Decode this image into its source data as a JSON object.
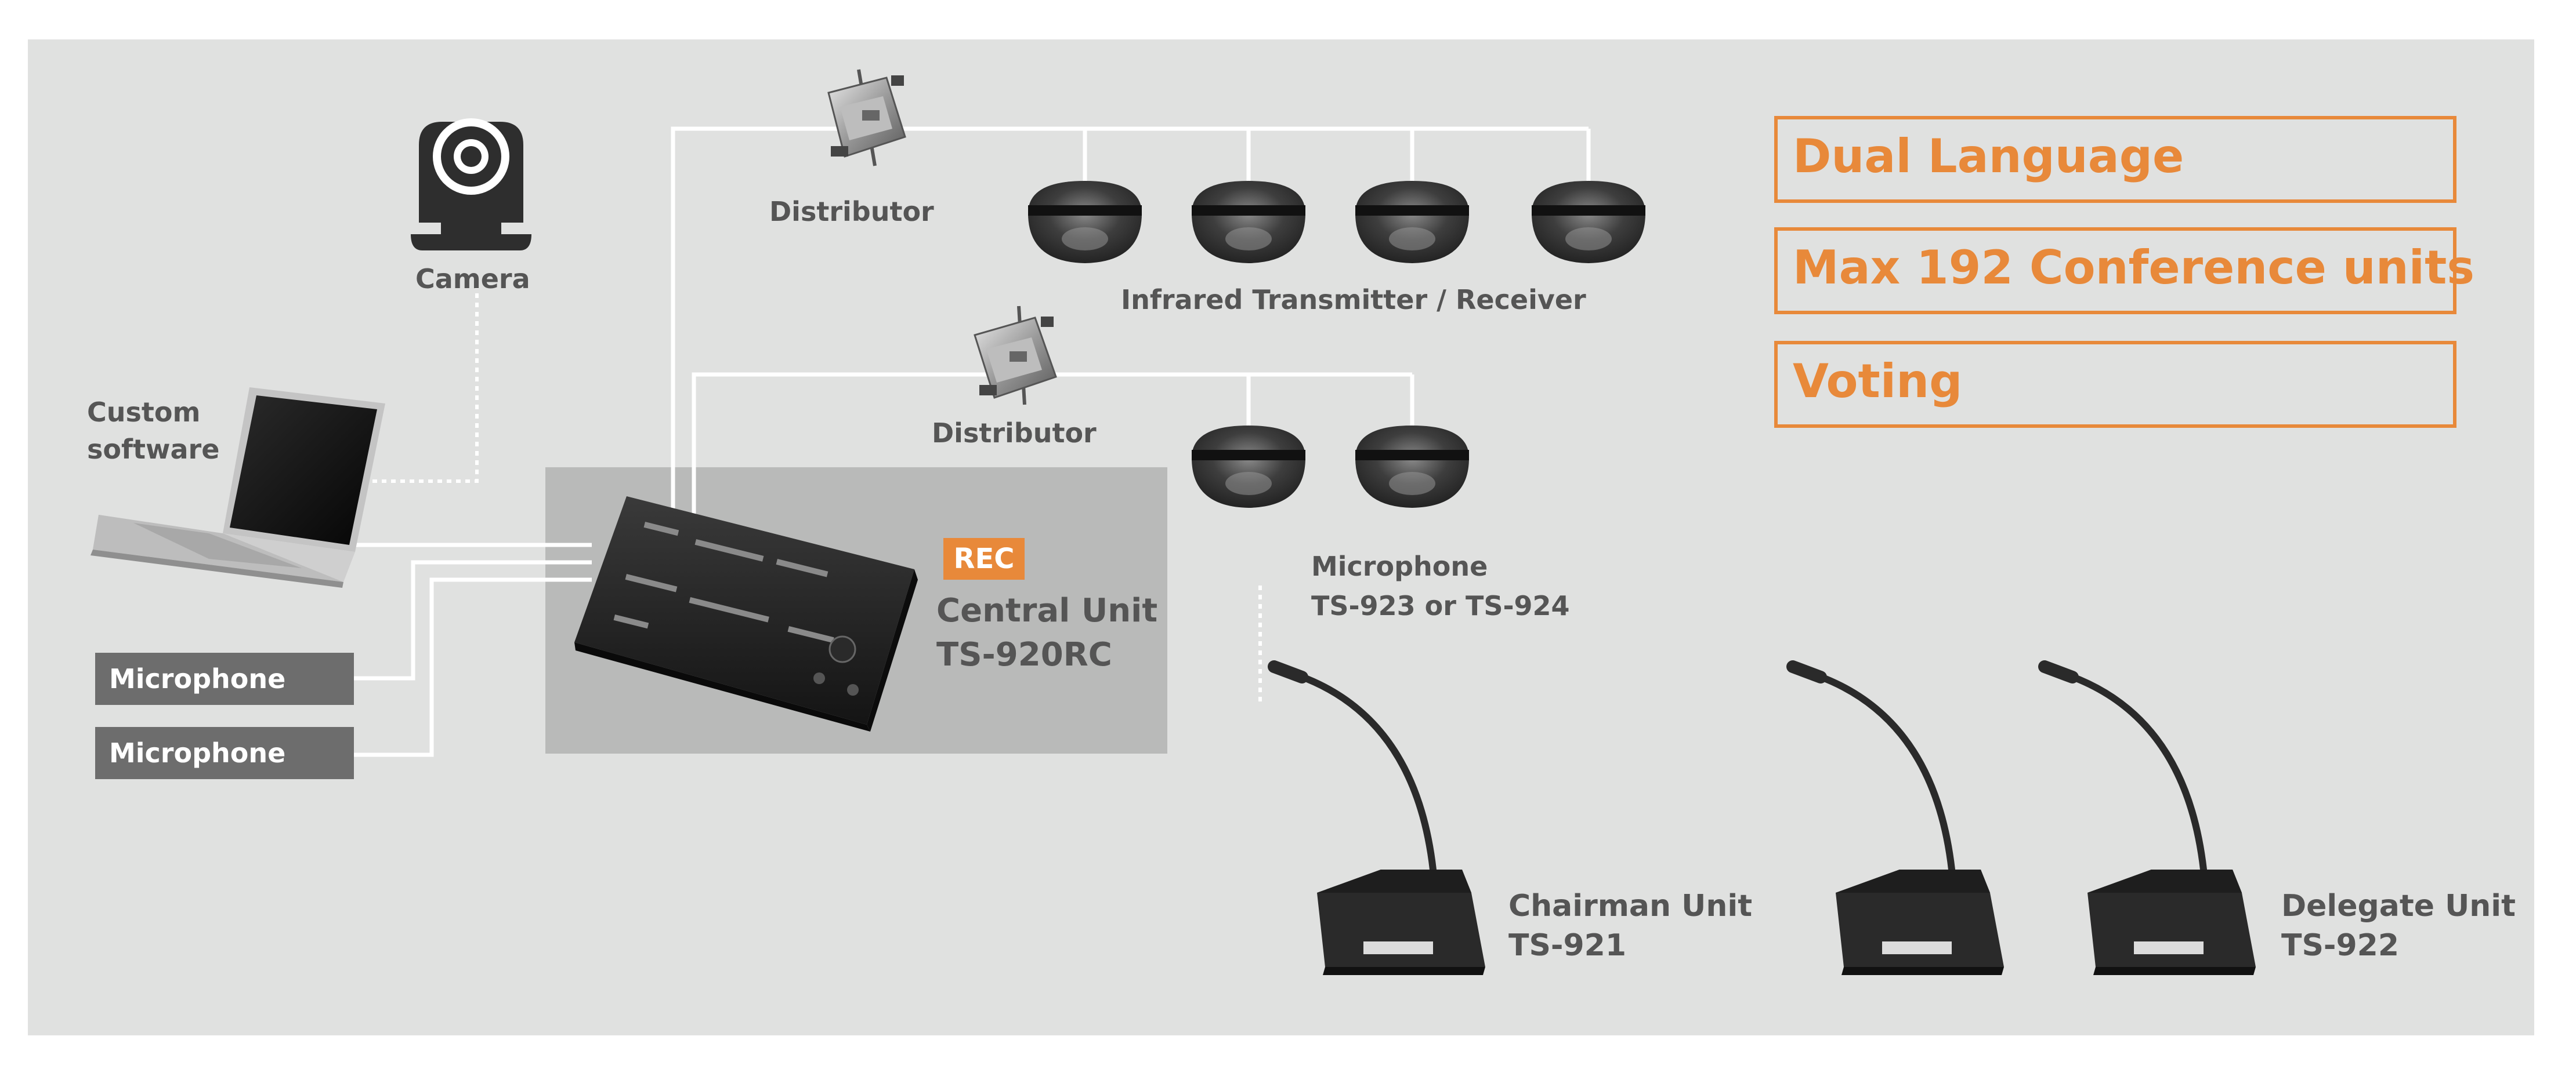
{
  "labels": {
    "camera": "Camera",
    "custom_software_line1": "Custom",
    "custom_software_line2": "software",
    "distributor_top": "Distributor",
    "distributor_mid": "Distributor",
    "ir_transmitter": "Infrared Transmitter / Receiver",
    "microphone_1": "Microphone",
    "microphone_2": "Microphone",
    "rec": "REC",
    "central_unit_name": "Central Unit",
    "central_unit_model": "TS-920RC",
    "mic_option_line1": "Microphone",
    "mic_option_line2": "TS-923 or TS-924",
    "chairman_name": "Chairman Unit",
    "chairman_model": "TS-921",
    "delegate_name": "Delegate Unit",
    "delegate_model": "TS-922"
  },
  "features": [
    "Dual Language",
    "Max 192 Conference units",
    "Voting"
  ],
  "colors": {
    "panel_bg": "#e0e1e0",
    "central_bg": "#b9bab9",
    "accent_orange": "#e8893a",
    "label_gray": "#555555",
    "mic_box_gray": "#6d6d6d",
    "line_white": "#ffffff"
  },
  "icons": [
    "camera-icon",
    "laptop-icon",
    "distributor-icon",
    "ir-dome-icon",
    "central-unit-icon",
    "gooseneck-mic-icon",
    "conference-unit-icon"
  ]
}
